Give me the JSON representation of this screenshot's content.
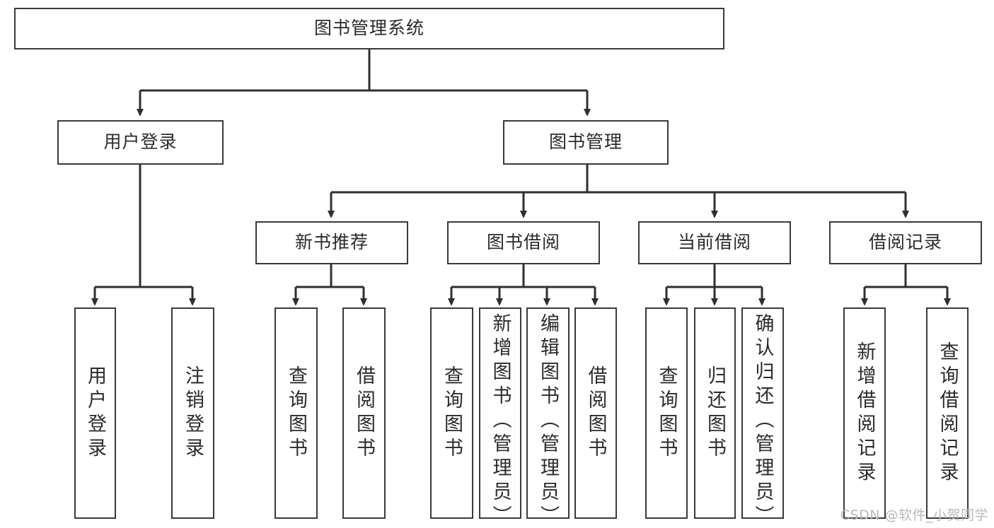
{
  "diagram": {
    "title": "图书管理系统",
    "type": "tree-hierarchy",
    "watermark": "CSDN @软件_小贺同学",
    "colors": {
      "box_border": "#3a3a3a",
      "box_fill": "#ffffff",
      "edge": "#2f2f2f",
      "text": "#2b2b2b",
      "watermark": "#b9b9b9",
      "background": "#ffffff"
    },
    "root": {
      "label": "图书管理系统"
    },
    "level2": [
      {
        "label": "用户登录"
      },
      {
        "label": "图书管理"
      }
    ],
    "level3": [
      {
        "label": "新书推荐"
      },
      {
        "label": "图书借阅"
      },
      {
        "label": "当前借阅"
      },
      {
        "label": "借阅记录"
      }
    ],
    "leaves": {
      "user_login": [
        {
          "label": "用户登录"
        },
        {
          "label": "注销登录"
        }
      ],
      "new_book_recommend": [
        {
          "label": "查询图书"
        },
        {
          "label": "借阅图书"
        }
      ],
      "book_borrow": [
        {
          "label": "查询图书"
        },
        {
          "label": "新增图书（管理员）"
        },
        {
          "label": "编辑图书（管理员）"
        },
        {
          "label": "借阅图书"
        }
      ],
      "current_borrow": [
        {
          "label": "查询图书"
        },
        {
          "label": "归还图书"
        },
        {
          "label": "确认归还（管理员）"
        }
      ],
      "borrow_record": [
        {
          "label": "新增借阅记录"
        },
        {
          "label": "查询借阅记录"
        }
      ]
    }
  }
}
